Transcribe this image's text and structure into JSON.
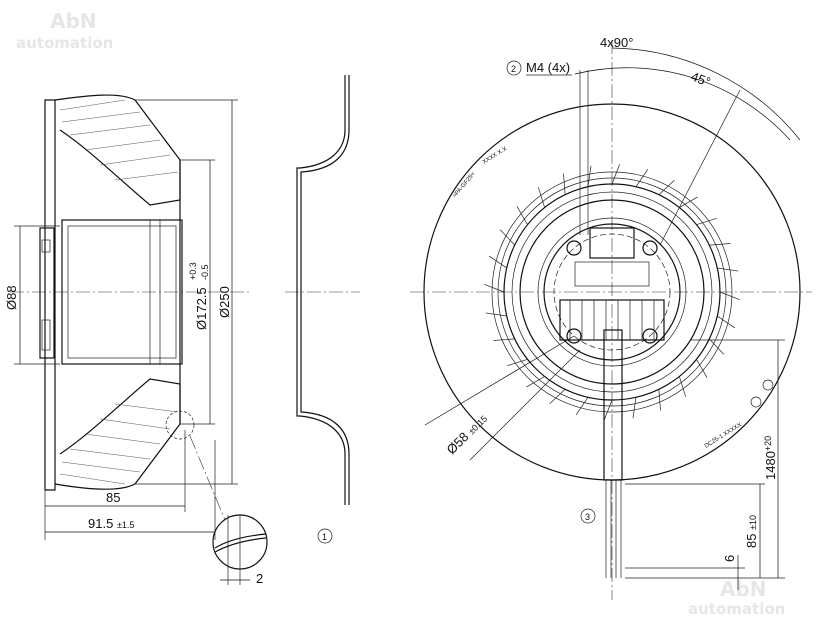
{
  "watermark": {
    "line1": "AbN",
    "line2": "automation"
  },
  "side_view": {
    "dim_hub_diameter": "Ø88",
    "dim_inlet_diameter": "Ø172.5",
    "dim_inlet_tol_upper": "+0.3",
    "dim_inlet_tol_lower": "-0.5",
    "dim_outer_diameter": "Ø250",
    "dim_depth": "85",
    "dim_total_depth": "91.5",
    "dim_total_depth_tol": "±1.5",
    "detail_dim": "2"
  },
  "inlet_ring": {
    "callout": "1"
  },
  "front_view": {
    "angle_spacing": "4x90°",
    "screw_callout": "2",
    "screw_label": "M4 (4x)",
    "angle_offset": "45°",
    "bolt_circle": "Ø58",
    "bolt_circle_tol": "±0.15",
    "cable_callout": "3",
    "cable_length": "1480",
    "cable_length_tol": "+20",
    "strip_length": "85",
    "strip_length_tol": "±10",
    "wire_end": "6",
    "label_version": "XXXX X.X",
    "label_material": ">PA-GF25<",
    "label_type": "DC25-1 XXXXX"
  }
}
